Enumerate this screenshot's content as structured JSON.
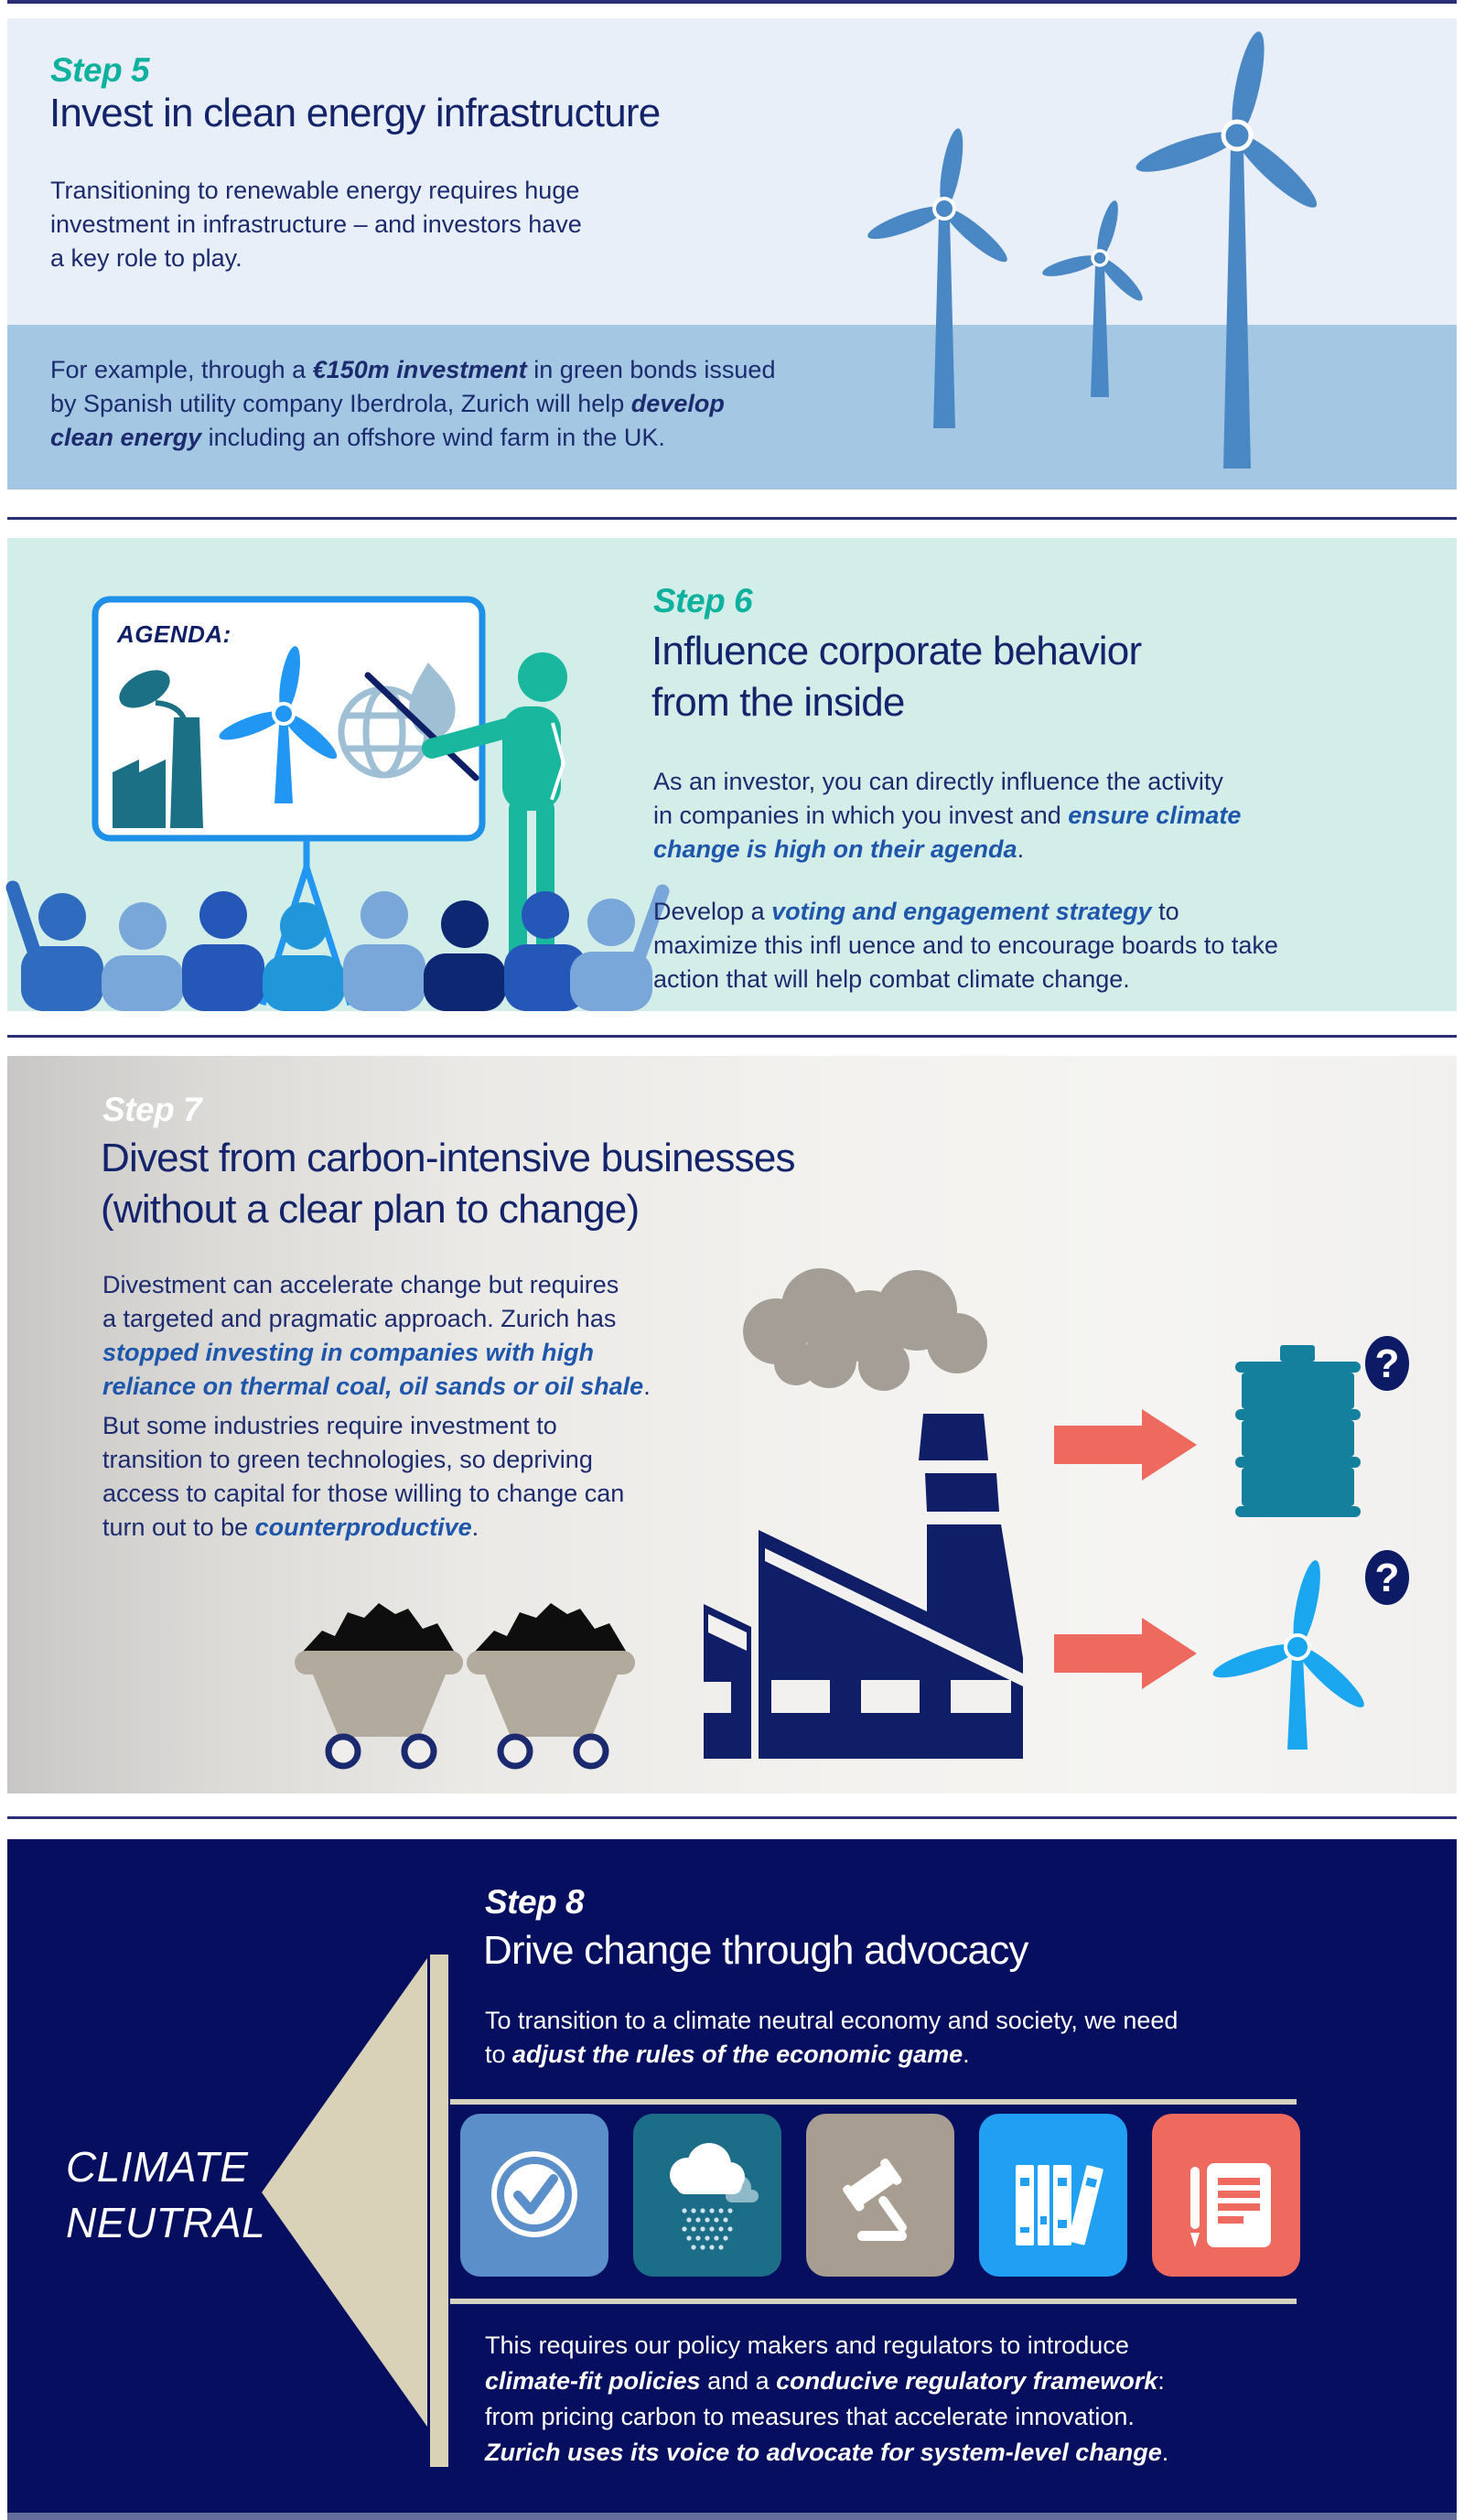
{
  "colors": {
    "teal_label": "#0db19d",
    "navy_text": "#1b2b6e",
    "heading_navy": "#14246b",
    "royal_emphasis": "#1e56ab",
    "panel_light_blue": "#e9eff8",
    "panel_sky_band": "#a4c7e3",
    "panel_mint": "#d3ede9",
    "panel_navy": "#060e60",
    "turbine_blue": "#4a88c5",
    "bright_blue": "#2196f3",
    "teal_figure": "#18b79e",
    "globe_gray_blue": "#9fc0d4",
    "smoke_gray": "#a59e96",
    "cart_taupe": "#b3aa9e",
    "coal_black": "#0e0e0e",
    "arrow_red": "#ee6a5f",
    "barrel_teal": "#15809e",
    "sky_turbine_blue": "#1aa7f0",
    "beige_arrow": "#d9d2b8",
    "tile_colors": [
      "#5b8fc9",
      "#1c6d88",
      "#a89d91",
      "#219ff3",
      "#ee6a5f"
    ]
  },
  "step5": {
    "label": "Step 5",
    "title": "Invest in clean energy infrastructure",
    "body": "Transitioning to renewable energy requires huge\ninvestment in infrastructure – and investors have\na key role to play.",
    "band": [
      {
        "t": "For example, through a "
      },
      {
        "t": "€150m investment"
      },
      {
        "t": " in green bonds issued\nby Spanish utility company Iberdrola, Zurich will help "
      },
      {
        "t": "develop\nclean energy"
      },
      {
        "t": " including an offshore wind farm in the UK."
      }
    ]
  },
  "step6": {
    "label": "Step 6",
    "title": "Influence corporate behavior\nfrom the inside",
    "board_label": "AGENDA:",
    "p1": [
      {
        "t": "As an investor, you can directly influence the activity\nin companies in which you invest and "
      },
      {
        "t": "ensure climate\nchange is high on their agenda"
      },
      {
        "t": "."
      }
    ],
    "p2": [
      {
        "t": "Develop a "
      },
      {
        "t": "voting and engagement strategy"
      },
      {
        "t": " to\nmaximize this infl uence and to encourage boards to take\naction that will help combat climate change."
      }
    ]
  },
  "step7": {
    "label": "Step 7",
    "title": "Divest from carbon-intensive businesses\n(without a clear plan to change)",
    "p1": [
      {
        "t": "Divestment can accelerate change but requires\na targeted and pragmatic approach. Zurich has\n"
      },
      {
        "t": "stopped investing in companies with high\nreliance on thermal coal, oil sands or oil shale"
      },
      {
        "t": "."
      }
    ],
    "p2": [
      {
        "t": "But some industries require investment to\ntransition to green technologies, so depriving\naccess to capital for those willing to change can\nturn out to be "
      },
      {
        "t": "counterproductive"
      },
      {
        "t": "."
      }
    ],
    "question_mark": "?"
  },
  "step8": {
    "label": "Step 8",
    "title": "Drive change through advocacy",
    "p1": [
      {
        "t": "To transition to a climate neutral economy and society, we need\nto "
      },
      {
        "t": "adjust the rules of the economic game"
      },
      {
        "t": "."
      }
    ],
    "side_label": "CLIMATE\nNEUTRAL",
    "p2": [
      {
        "t": "This requires our policy makers and regulators to introduce\n"
      },
      {
        "t": "climate-fit policies"
      },
      {
        "t": " and a "
      },
      {
        "t": "conducive regulatory framework"
      },
      {
        "t": ":\nfrom pricing carbon to measures that accelerate innovation.\n"
      },
      {
        "t": "Zurich uses its voice to advocate for system-level change"
      },
      {
        "t": "."
      }
    ],
    "icons": [
      {
        "name": "check-badge-icon",
        "color": "#5b8fc9"
      },
      {
        "name": "rain-cloud-icon",
        "color": "#1c6d88"
      },
      {
        "name": "gavel-icon",
        "color": "#a89d91"
      },
      {
        "name": "books-icon",
        "color": "#219ff3"
      },
      {
        "name": "document-pen-icon",
        "color": "#ee6a5f"
      }
    ]
  }
}
